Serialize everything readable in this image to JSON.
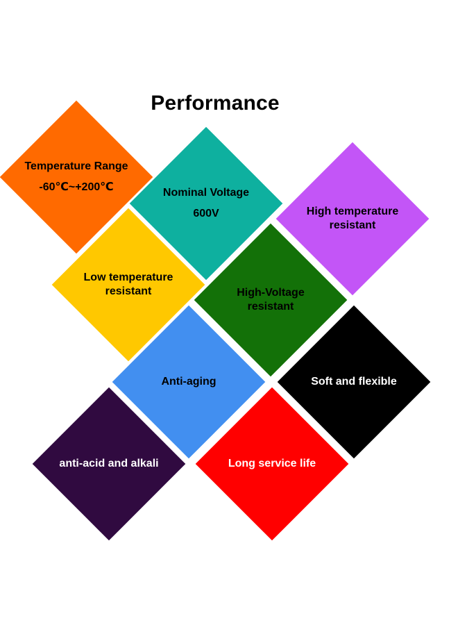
{
  "title": "Performance",
  "tiles": [
    {
      "lines": [
        "Temperature Range",
        "-60℃~+200℃"
      ],
      "color": "#ff6a00",
      "text_color": "#000000"
    },
    {
      "lines": [
        "Nominal Voltage",
        "600V"
      ],
      "color": "#0eb09f",
      "text_color": "#000000"
    },
    {
      "lines": [
        "High temperature",
        "resistant"
      ],
      "color": "#c355f7",
      "text_color": "#000000"
    },
    {
      "lines": [
        "Low temperature",
        "resistant"
      ],
      "color": "#ffc800",
      "text_color": "#000000"
    },
    {
      "lines": [
        "High-Voltage",
        "resistant"
      ],
      "color": "#137108",
      "text_color": "#000000"
    },
    {
      "lines": [
        "Anti-aging"
      ],
      "color": "#428ff0",
      "text_color": "#000000"
    },
    {
      "lines": [
        "Soft and flexible"
      ],
      "color": "#000000",
      "text_color": "#ffffff"
    },
    {
      "lines": [
        "anti-acid and alkali"
      ],
      "color": "#300a40",
      "text_color": "#ffffff"
    },
    {
      "lines": [
        "Long service life"
      ],
      "color": "#ff0000",
      "text_color": "#ffffff"
    }
  ]
}
